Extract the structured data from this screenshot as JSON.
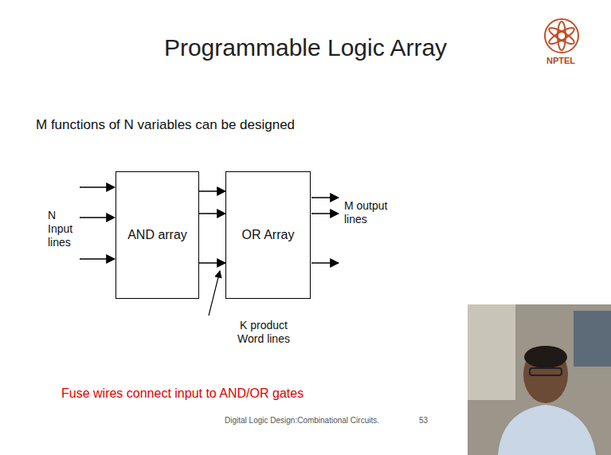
{
  "diagram": {
    "title": "Programmable Logic Array",
    "nodes": [
      {
        "text": [
          "AND array"
        ]
      },
      {
        "text": [
          "OR Array"
        ]
      }
    ],
    "edges": [
      {
        "from": 0,
        "to": 1,
        "arrow": "to"
      },
      {
        "from": 0,
        "to": 1,
        "arrow": "to"
      },
      {
        "from": 0,
        "to": 1,
        "arrow": "to"
      }
    ],
    "labels": [
      "M functions of N variables can be designed",
      "N Input lines",
      "K product Word lines",
      "M output lines",
      "Fuse wires connect input to AND/OR gates",
      "Digital Logic Design:Combinational Circuits.",
      "53",
      "NPTEL"
    ]
  }
}
